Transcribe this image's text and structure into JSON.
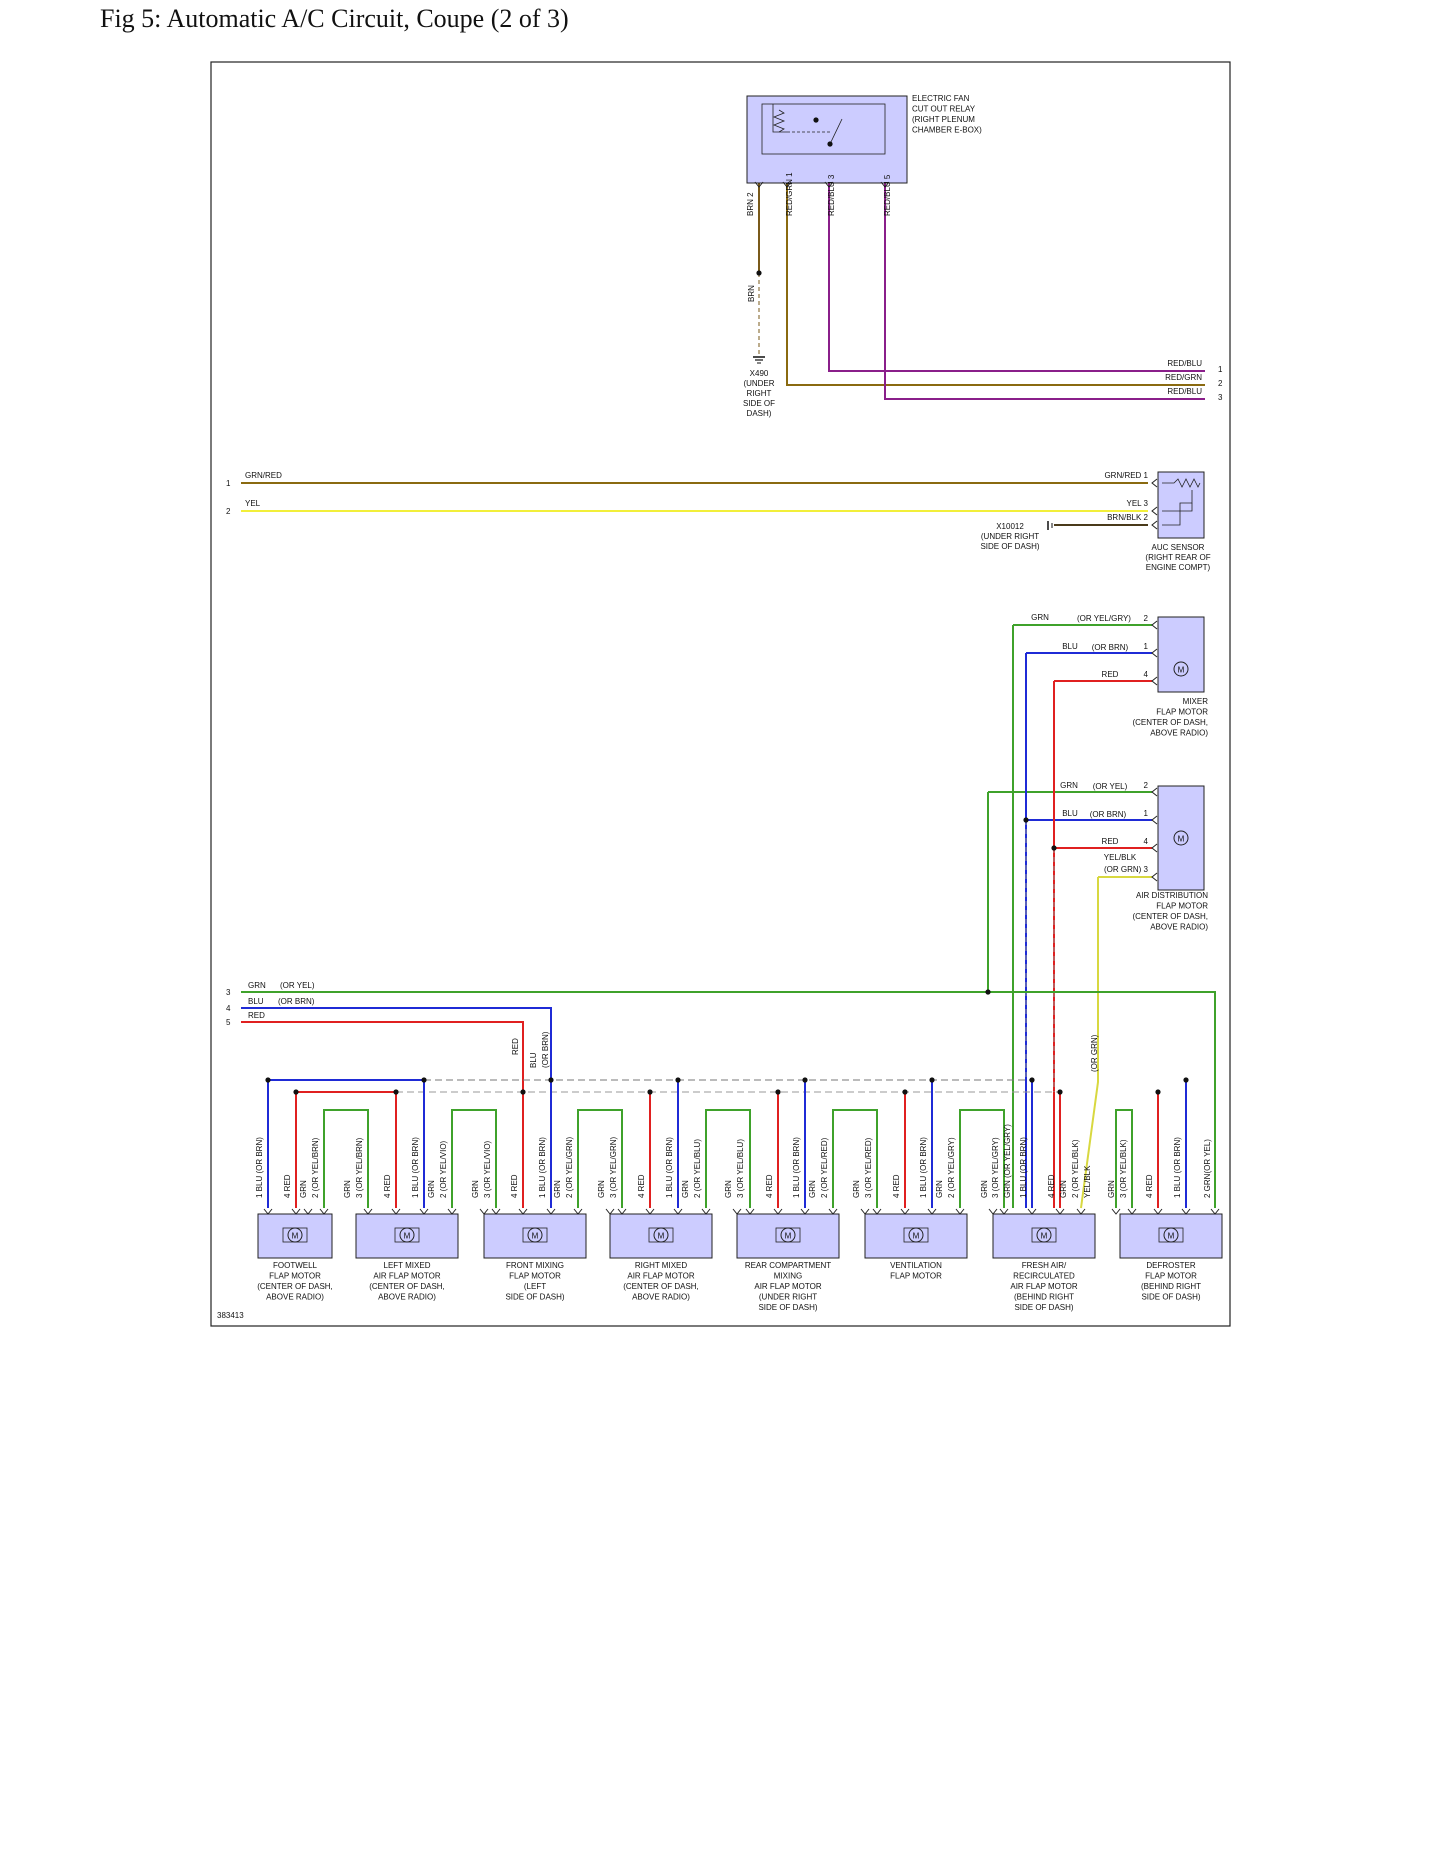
{
  "title": "Fig 5: Automatic A/C Circuit, Coupe (2 of 3)",
  "diagram_id": "383413",
  "colors": {
    "GRN": "#3fa22b",
    "BLU": "#1f2bd6",
    "RED": "#e02020",
    "YEL": "#f2ef3a",
    "BRN": "#7a5a1a",
    "GRN/RED": "#8a6a10",
    "RED/BLU": "#8a1f8a",
    "RED/GRN": "#8a6a10",
    "BRN/BLK": "#4a3a1a",
    "YEL/BLK": "#d8d840",
    "component_fill": "#ccccff"
  },
  "relay": {
    "name": [
      "ELECTRIC FAN",
      "CUT OUT RELAY",
      "(RIGHT PLENUM",
      "CHAMBER E-BOX)"
    ],
    "pins": [
      "BRN 2",
      "RED/GRN  1",
      "RED/BLU  3",
      "RED/BLU  5"
    ],
    "ground_wire": "BRN",
    "ground_name": [
      "X490",
      "(UNDER",
      "RIGHT",
      "SIDE OF",
      "DASH)"
    ]
  },
  "right_connector": {
    "wires": [
      "RED/BLU",
      "RED/GRN",
      "RED/BLU"
    ],
    "pins": [
      "1",
      "2",
      "3"
    ]
  },
  "left_connector_top": {
    "pins": [
      "1",
      "2"
    ],
    "wires": [
      "GRN/RED",
      "YEL"
    ]
  },
  "auc_sensor": {
    "name": [
      "AUC SENSOR",
      "(RIGHT REAR OF",
      "ENGINE COMPT)"
    ],
    "pins": [
      "GRN/RED  1",
      "YEL  3",
      "BRN/BLK  2"
    ],
    "ground_name": [
      "X10012",
      "(UNDER RIGHT",
      "SIDE OF DASH)"
    ]
  },
  "mixer_motor": {
    "name": [
      "MIXER",
      "FLAP MOTOR",
      "(CENTER OF DASH,",
      "ABOVE RADIO)"
    ],
    "wires": [
      "GRN",
      "(OR YEL/GRY)",
      "2",
      "BLU",
      "(OR BRN)",
      "1",
      "RED",
      "4"
    ]
  },
  "air_dist_motor": {
    "name": [
      "AIR DISTRIBUTION",
      "FLAP MOTOR",
      "(CENTER OF DASH,",
      "ABOVE RADIO)"
    ],
    "wires": [
      "GRN",
      "(OR YEL)",
      "2",
      "BLU",
      "(OR BRN)",
      "1",
      "RED",
      "4",
      "YEL/BLK",
      "(OR GRN)  3"
    ]
  },
  "left_connector_bottom": {
    "pins": [
      "3",
      "4",
      "5"
    ],
    "wires": [
      "GRN",
      "(OR YEL)",
      "BLU",
      "(OR BRN)",
      "RED"
    ]
  },
  "trunk_labels": [
    "RED",
    "BLU",
    "(OR BRN)",
    "(OR GRN)"
  ],
  "motors": [
    {
      "name": [
        "FOOTWELL",
        "FLAP MOTOR",
        "(CENTER OF DASH,",
        "ABOVE RADIO)"
      ],
      "wires": [
        "1  BLU (OR BRN)",
        "4  RED",
        "GRN",
        "2  (OR YEL/BRN)"
      ]
    },
    {
      "name": [
        "LEFT MIXED",
        "AIR FLAP MOTOR",
        "(CENTER OF DASH,",
        "ABOVE RADIO)"
      ],
      "wires": [
        "GRN",
        "3  (OR YEL/BRN)",
        "4  RED",
        "1  BLU (OR BRN)",
        "GRN",
        "2  (OR YEL/VIO)"
      ]
    },
    {
      "name": [
        "FRONT MIXING",
        "FLAP MOTOR",
        "(LEFT",
        "SIDE OF DASH)"
      ],
      "wires": [
        "GRN",
        "3  (OR YEL/VIO)",
        "4  RED",
        "1  BLU (OR BRN)",
        "GRN",
        "2  (OR YEL/GRN)"
      ]
    },
    {
      "name": [
        "RIGHT MIXED",
        "AIR FLAP MOTOR",
        "(CENTER OF DASH,",
        "ABOVE RADIO)"
      ],
      "wires": [
        "GRN",
        "3  (OR YEL/GRN)",
        "4  RED",
        "1  BLU (OR BRN)",
        "GRN",
        "2  (OR YEL/BLU)"
      ]
    },
    {
      "name": [
        "REAR COMPARTMENT",
        "MIXING",
        "AIR FLAP MOTOR",
        "(UNDER RIGHT",
        "SIDE OF DASH)"
      ],
      "wires": [
        "GRN",
        "3  (OR YEL/BLU)",
        "4  RED",
        "1  BLU (OR BRN)",
        "GRN",
        "2  (OR YEL/RED)"
      ]
    },
    {
      "name": [
        "VENTILATION",
        "FLAP MOTOR"
      ],
      "wires": [
        "GRN",
        "3  (OR YEL/RED)",
        "4  RED",
        "1  BLU (OR BRN)",
        "GRN",
        "2  (OR YEL/GRY)"
      ]
    },
    {
      "name": [
        "FRESH AIR/",
        "RECIRCULATED",
        "AIR FLAP MOTOR",
        "(BEHIND RIGHT",
        "SIDE OF DASH)"
      ],
      "wires": [
        "GRN",
        "3  (OR YEL/GRY)",
        "GRN (OR YEL/GRY)",
        "1  BLU (OR BRN)",
        "4  RED",
        "GRN",
        "2  (OR YEL/BLK)",
        "YEL/BLK"
      ]
    },
    {
      "name": [
        "DEFROSTER",
        "FLAP MOTOR",
        "(BEHIND RIGHT",
        "SIDE OF DASH)"
      ],
      "wires": [
        "GRN",
        "3  (OR YEL/BLK)",
        "4  RED",
        "1  BLU (OR BRN)",
        "2  GRN(OR YEL)"
      ]
    }
  ]
}
